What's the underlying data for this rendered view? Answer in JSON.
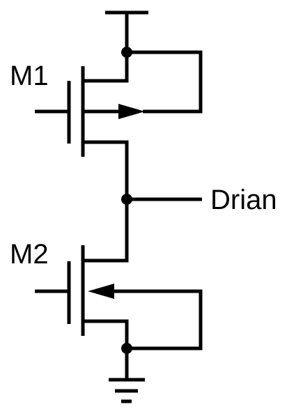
{
  "diagram": {
    "components": [
      {
        "id": "M1",
        "label": "M1",
        "type": "pmos"
      },
      {
        "id": "M2",
        "label": "M2",
        "type": "nmos"
      }
    ],
    "output": {
      "label": "Drian"
    },
    "supply": "vdd",
    "ground": "gnd",
    "colors": {
      "stroke": "#000000",
      "background": "#ffffff"
    }
  }
}
